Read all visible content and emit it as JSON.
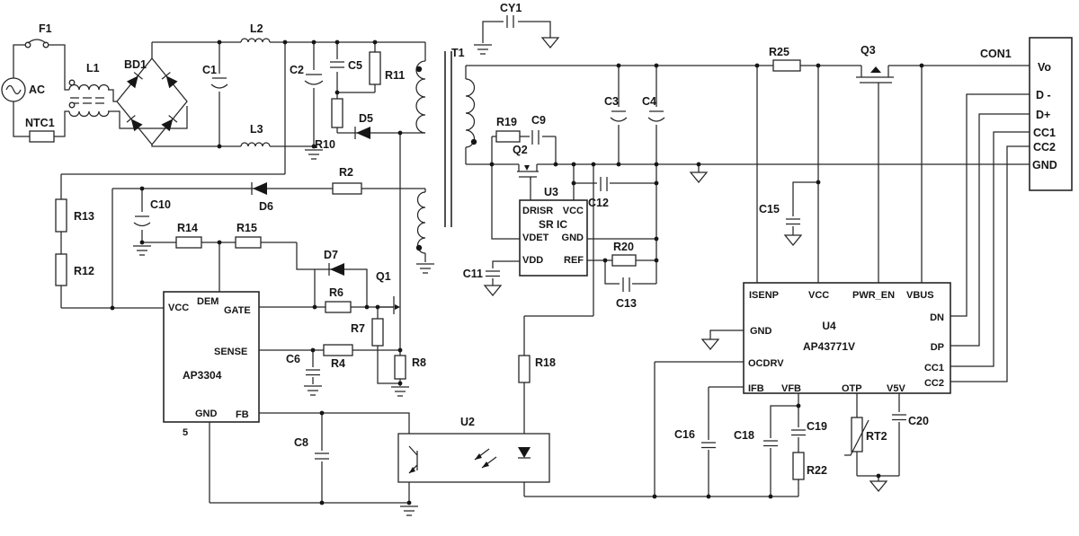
{
  "schematic": {
    "input": {
      "f1": "F1",
      "ac": "AC",
      "ntc1": "NTC1",
      "l1": "L1",
      "bd1": "BD1",
      "c1": "C1",
      "l2": "L2",
      "l3": "L3",
      "c2": "C2"
    },
    "clamp": {
      "c5": "C5",
      "r11": "R11",
      "r10": "R10",
      "d5": "D5"
    },
    "transformer": {
      "t1": "T1",
      "cy1": "CY1"
    },
    "bias": {
      "r13": "R13",
      "r12": "R12",
      "c10": "C10",
      "r14": "R14",
      "r15": "R15",
      "d6": "D6",
      "r2": "R2"
    },
    "pwm_ic": {
      "part": "AP3304",
      "pin_vcc": "VCC",
      "pin_dem": "DEM",
      "pin_gate": "GATE",
      "pin_sense": "SENSE",
      "pin_gnd": "GND",
      "pin_fb": "FB",
      "pin_number": "5"
    },
    "drive": {
      "d7": "D7",
      "r6": "R6",
      "q1": "Q1",
      "r7": "R7",
      "r4": "R4",
      "c6": "C6",
      "r8": "R8"
    },
    "feedback": {
      "c8": "C8",
      "u2": "U2"
    },
    "sync_rect": {
      "r19": "R19",
      "c9": "C9",
      "q2": "Q2",
      "u3": "U3",
      "name": "SR IC",
      "pin_drisr": "DRISR",
      "pin_vcc": "VCC",
      "pin_vdet": "VDET",
      "pin_gnd": "GND",
      "pin_vdd": "VDD",
      "pin_ref": "REF",
      "c11": "C11",
      "c12": "C12",
      "r20": "R20",
      "c13": "C13"
    },
    "output": {
      "c3": "C3",
      "c4": "C4",
      "r25": "R25",
      "q3": "Q3",
      "c15": "C15",
      "r18": "R18"
    },
    "pd_ic": {
      "u4": "U4",
      "part": "AP43771V",
      "pin_isenp": "ISENP",
      "pin_vcc": "VCC",
      "pin_pwr_en": "PWR_EN",
      "pin_vbus": "VBUS",
      "pin_dn": "DN",
      "pin_dp": "DP",
      "pin_cc1": "CC1",
      "pin_cc2": "CC2",
      "pin_gnd": "GND",
      "pin_ocdrv": "OCDRV",
      "pin_ifb": "IFB",
      "pin_vfb": "VFB",
      "pin_otp": "OTP",
      "pin_v5v": "V5V",
      "c16": "C16",
      "c18": "C18",
      "c19": "C19",
      "r22": "R22",
      "rt2": "RT2",
      "c20": "C20"
    },
    "connector": {
      "name": "CON1",
      "pin_vo": "Vo",
      "pin_dm": "D -",
      "pin_dp": "D+",
      "pin_cc1": "CC1",
      "pin_cc2": "CC2",
      "pin_gnd": "GND"
    }
  }
}
